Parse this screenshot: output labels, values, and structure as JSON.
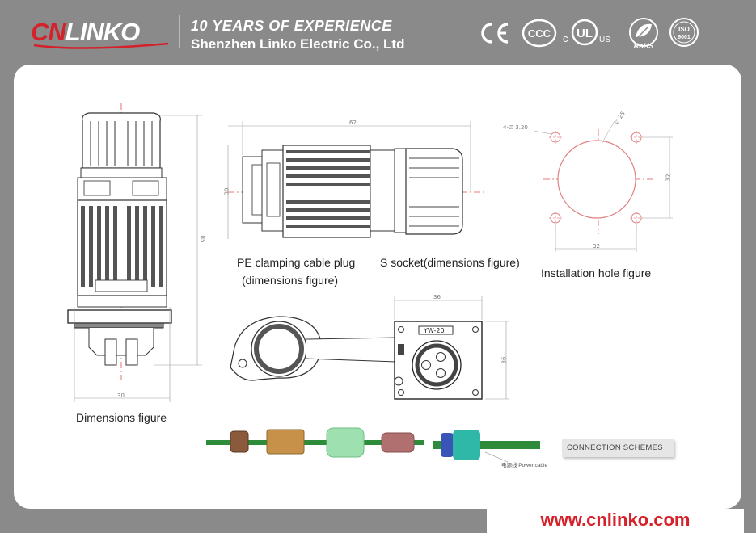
{
  "header": {
    "logo_text_brand_prefix": "CN",
    "logo_text_brand_suffix": "LINKO",
    "experience": "10 YEARS OF  EXPERIENCE",
    "company": "Shenzhen Linko Electric Co., Ltd",
    "certifications": [
      "CE",
      "CCC",
      "cULus",
      "RoHS",
      "ISO 9001"
    ],
    "cert_icons": [
      "ce-mark-icon",
      "ccc-mark-icon",
      "cul-us-mark-icon",
      "rohs-leaf-icon",
      "iso-9001-icon"
    ]
  },
  "drawings": {
    "plug_side": {
      "caption": "Dimensions figure",
      "dim_height": "85",
      "dim_width": "30"
    },
    "plug_horizontal": {
      "caption_line1": "PE clamping  cable plug",
      "caption_line2": "(dimensions figure)",
      "dim_length": "62",
      "dim_height": "30"
    },
    "socket": {
      "caption": "S socket(dimensions figure)",
      "model_label": "YW-20",
      "dim_width": "36",
      "dim_height": "36"
    },
    "install_hole": {
      "caption": "Installation hole figure",
      "tolerance_label": "4-∅ 3.20",
      "center_hole_label": "∅ 25",
      "dim_vertical": "32",
      "dim_horizontal": "32"
    }
  },
  "connection": {
    "badge": "CONNECTION  SCHEMES",
    "cable_label": "电源线 Power cable"
  },
  "footer": {
    "website": "www.cnlinko.com"
  },
  "colors": {
    "brand_red": "#d4212a",
    "header_gray": "#8a8a8a",
    "panel_white": "#ffffff",
    "cable_green": "#2e8b3a"
  }
}
